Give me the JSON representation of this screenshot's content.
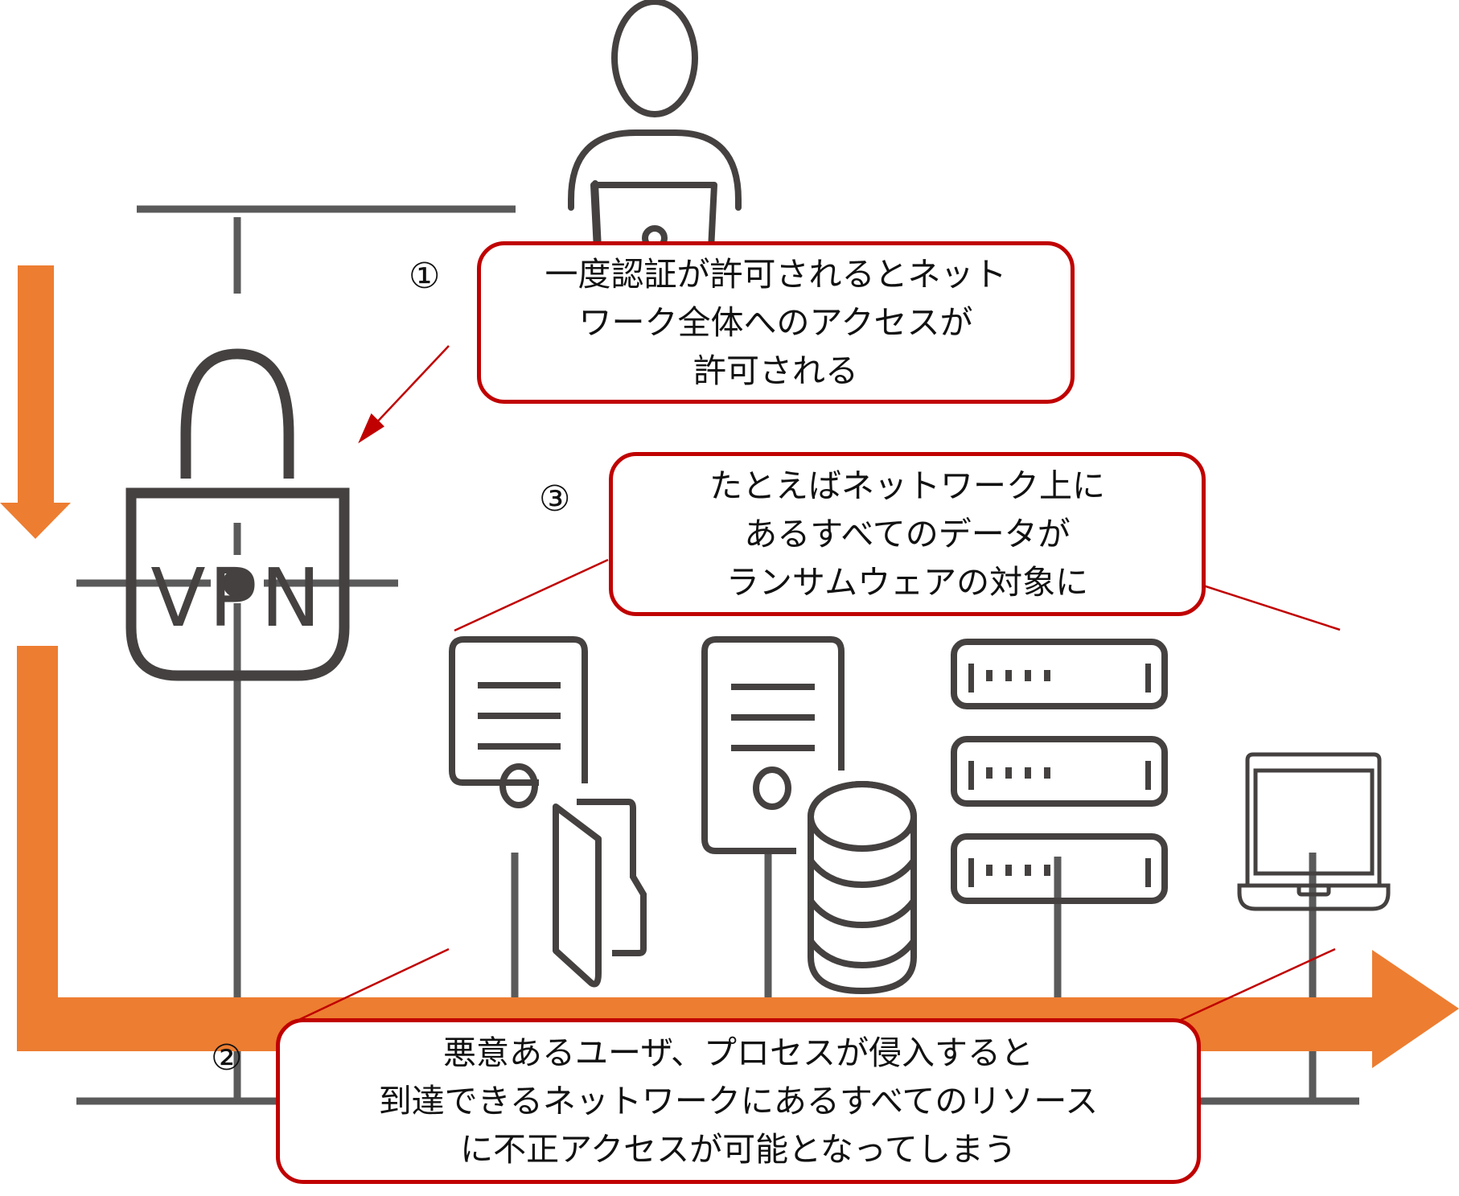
{
  "colors": {
    "icon": "#444140",
    "network_line": "#5a5a5a",
    "flow_arrow": "#ed7d31",
    "callout_border": "#c00000",
    "pointer_line": "#c00000"
  },
  "vpn_label": "VPN",
  "nodes": [
    {
      "name": "remote-user",
      "icon": "person-with-laptop-icon"
    },
    {
      "name": "vpn-gateway",
      "icon": "vpn-lock-icon"
    },
    {
      "name": "file-server",
      "icon": "server-with-folder-icon"
    },
    {
      "name": "database-server",
      "icon": "server-with-database-icon"
    },
    {
      "name": "rack-servers",
      "icon": "rack-server-stack-icon"
    },
    {
      "name": "client-laptop",
      "icon": "laptop-icon"
    }
  ],
  "callouts": [
    {
      "number": "①",
      "lines": [
        "一度認証が許可されるとネット",
        "ワーク全体へのアクセスが",
        "許可される"
      ]
    },
    {
      "number": "②",
      "lines": [
        "悪意あるユーザ、プロセスが侵入すると",
        "到達できるネットワークにあるすべてのリソース",
        "に不正アクセスが可能となってしまう"
      ]
    },
    {
      "number": "③",
      "lines": [
        "たとえばネットワーク上に",
        "あるすべてのデータが",
        "ランサムウェアの対象に"
      ]
    }
  ]
}
